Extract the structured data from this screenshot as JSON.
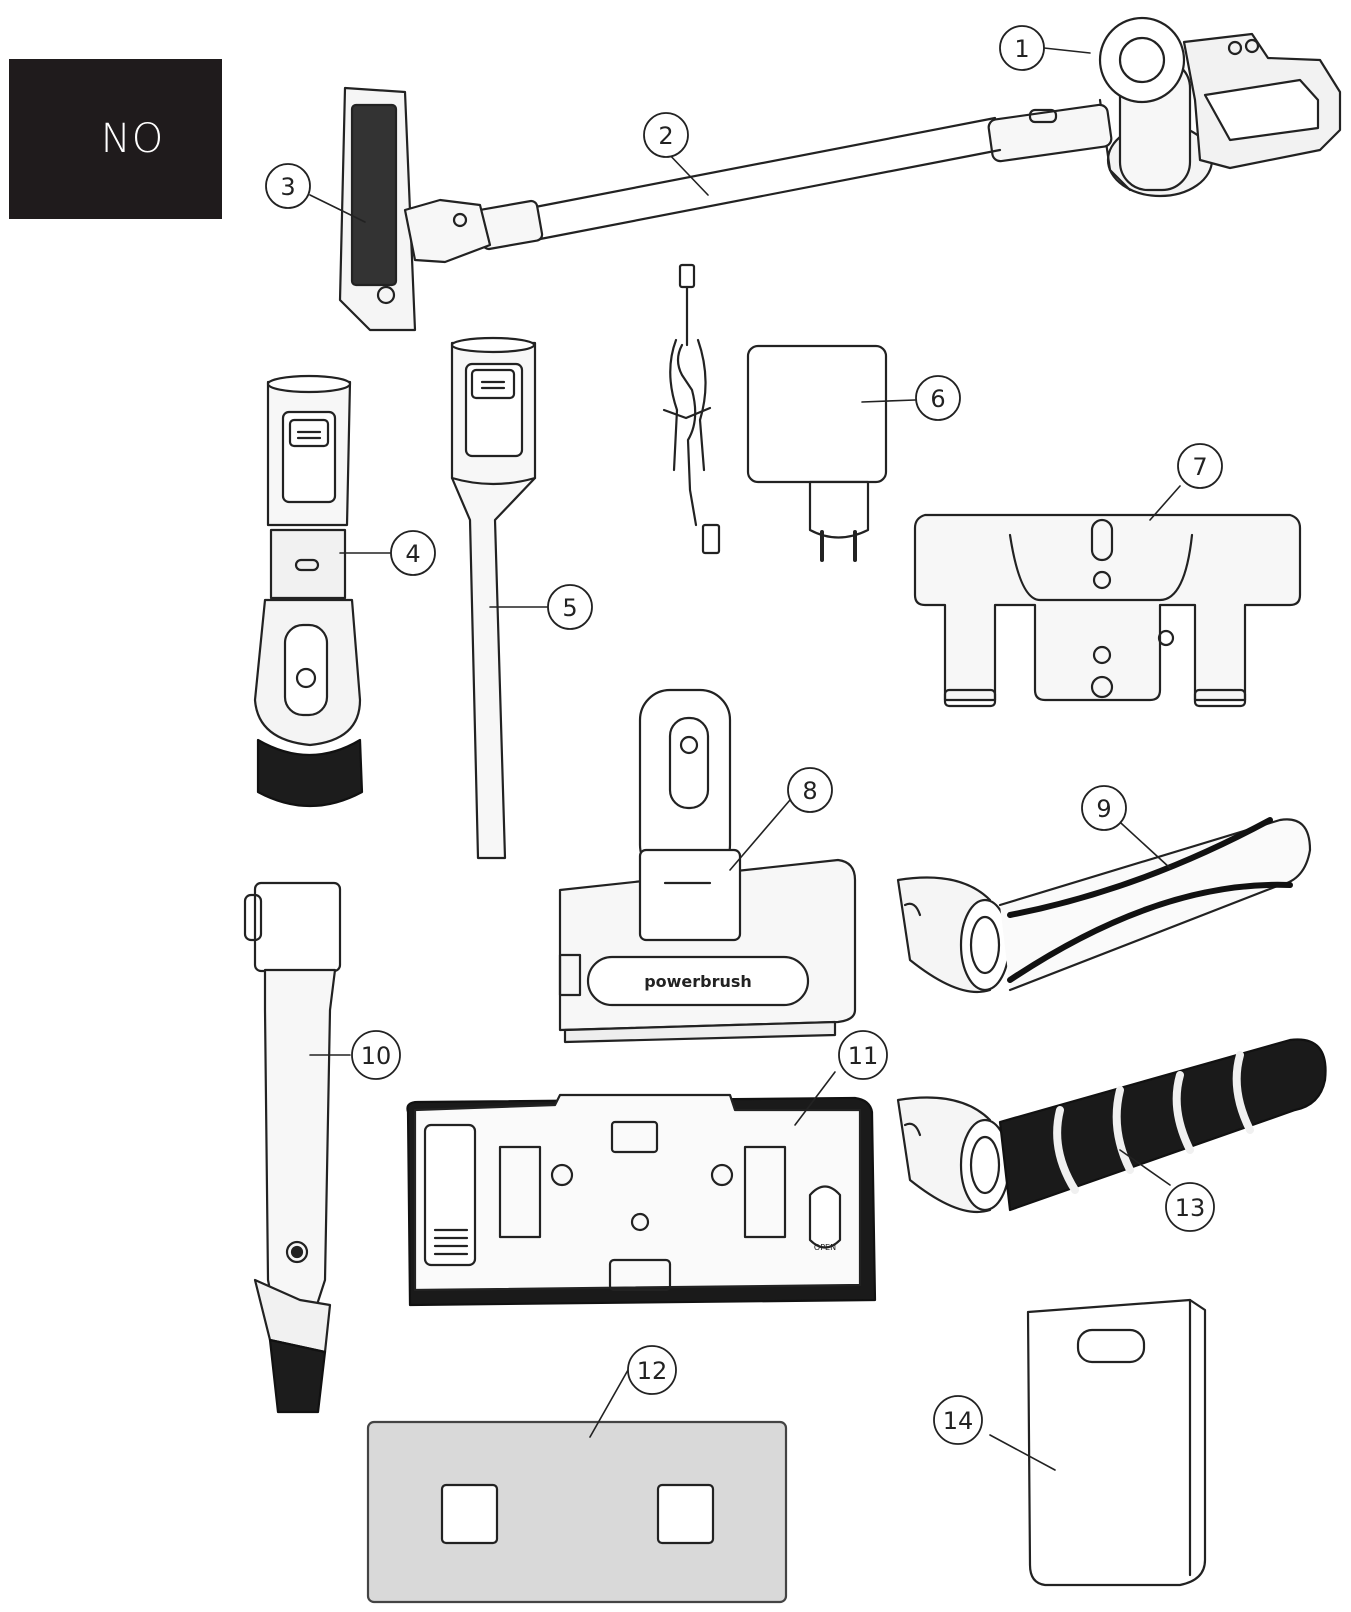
{
  "badge": {
    "label": "NO"
  },
  "brand_label": "powerbrush",
  "mop_tag": "OPEN",
  "callouts": [
    {
      "id": "1",
      "label": "1"
    },
    {
      "id": "2",
      "label": "2"
    },
    {
      "id": "3",
      "label": "3"
    },
    {
      "id": "4",
      "label": "4"
    },
    {
      "id": "5",
      "label": "5"
    },
    {
      "id": "6",
      "label": "6"
    },
    {
      "id": "7",
      "label": "7"
    },
    {
      "id": "8",
      "label": "8"
    },
    {
      "id": "9",
      "label": "9"
    },
    {
      "id": "10",
      "label": "10"
    },
    {
      "id": "11",
      "label": "11"
    },
    {
      "id": "12",
      "label": "12"
    },
    {
      "id": "13",
      "label": "13"
    },
    {
      "id": "14",
      "label": "14"
    }
  ]
}
